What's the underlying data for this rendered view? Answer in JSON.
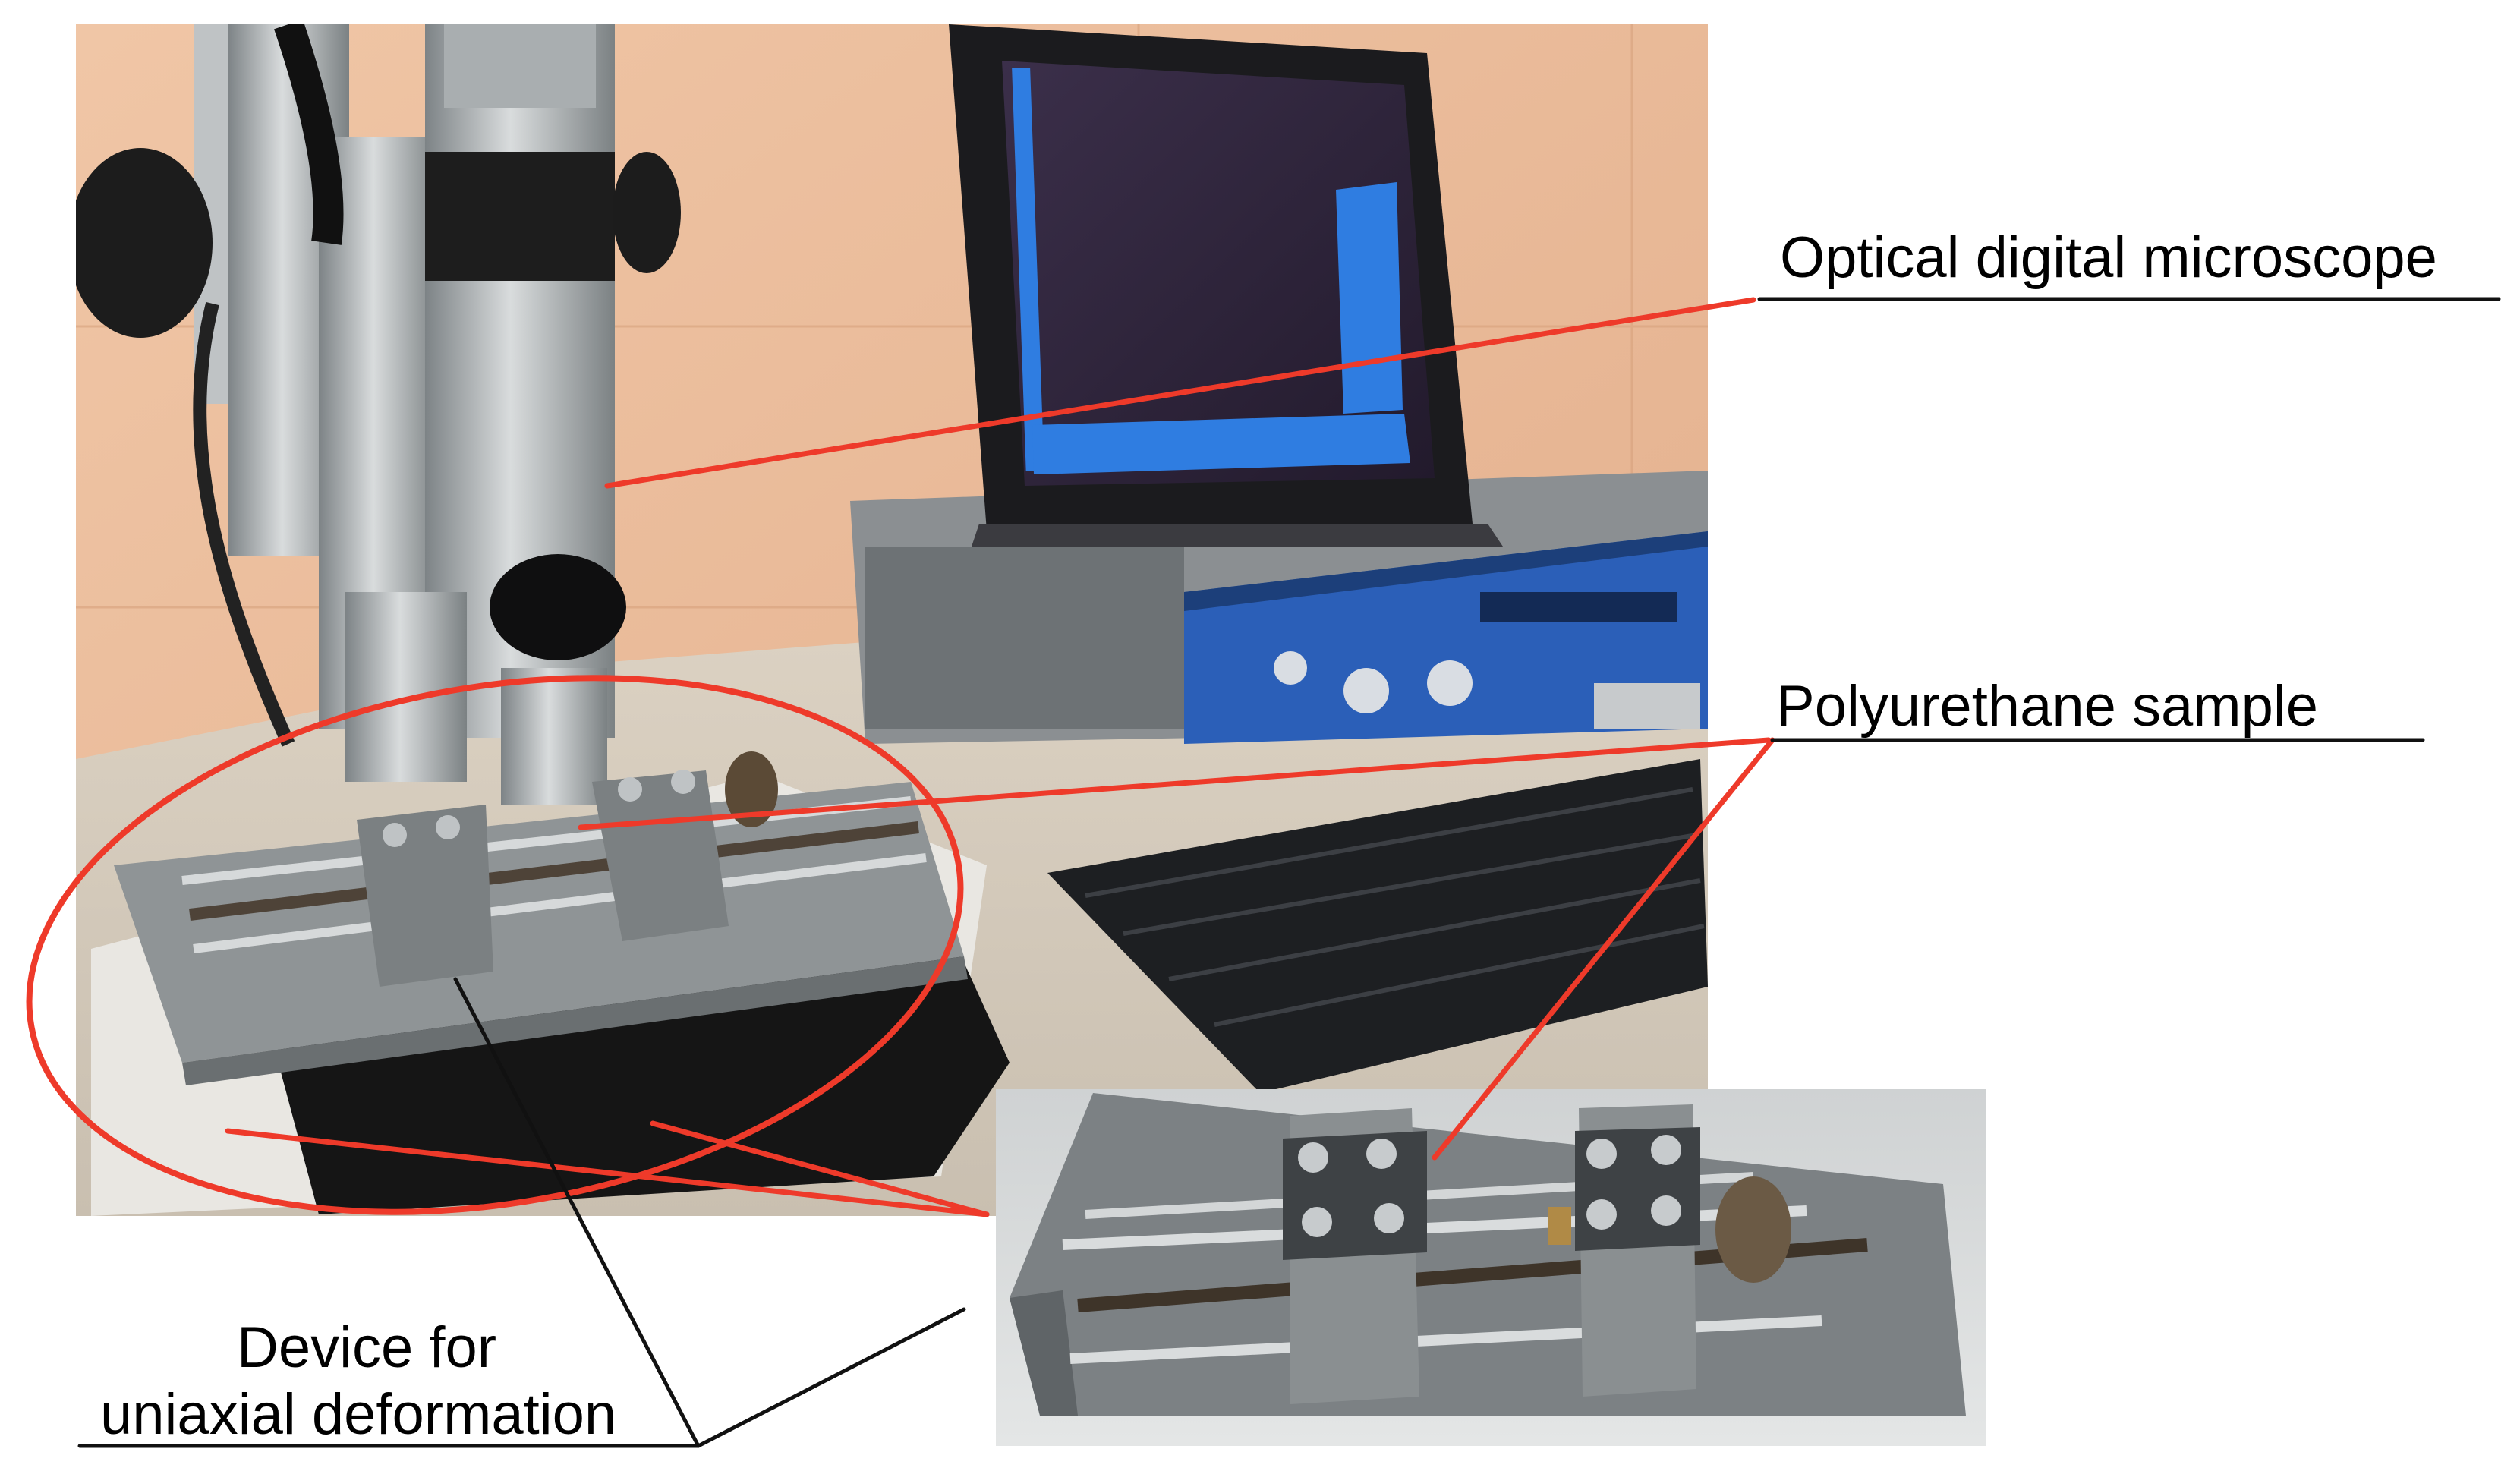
{
  "labels": {
    "microscope": "Optical digital microscope",
    "sample": "Polyurethane sample",
    "device_line1": "Device for",
    "device_line2": "uniaxial deformation"
  },
  "colors": {
    "background": "#ffffff",
    "wall": "#e9b996",
    "desk": "#dcd2c4",
    "leader_red": "#ee3a2a",
    "leader_black": "#111111",
    "device_blue": "#2b5fb8",
    "metal": "#9fa4a6"
  },
  "icons": {
    "microscope": "microscope-illustration",
    "monitor": "monitor-illustration",
    "controller": "controller-unit-illustration",
    "keyboard": "keyboard-illustration",
    "device": "uniaxial-deformation-device-illustration",
    "inset": "device-closeup-photo-illustration"
  }
}
